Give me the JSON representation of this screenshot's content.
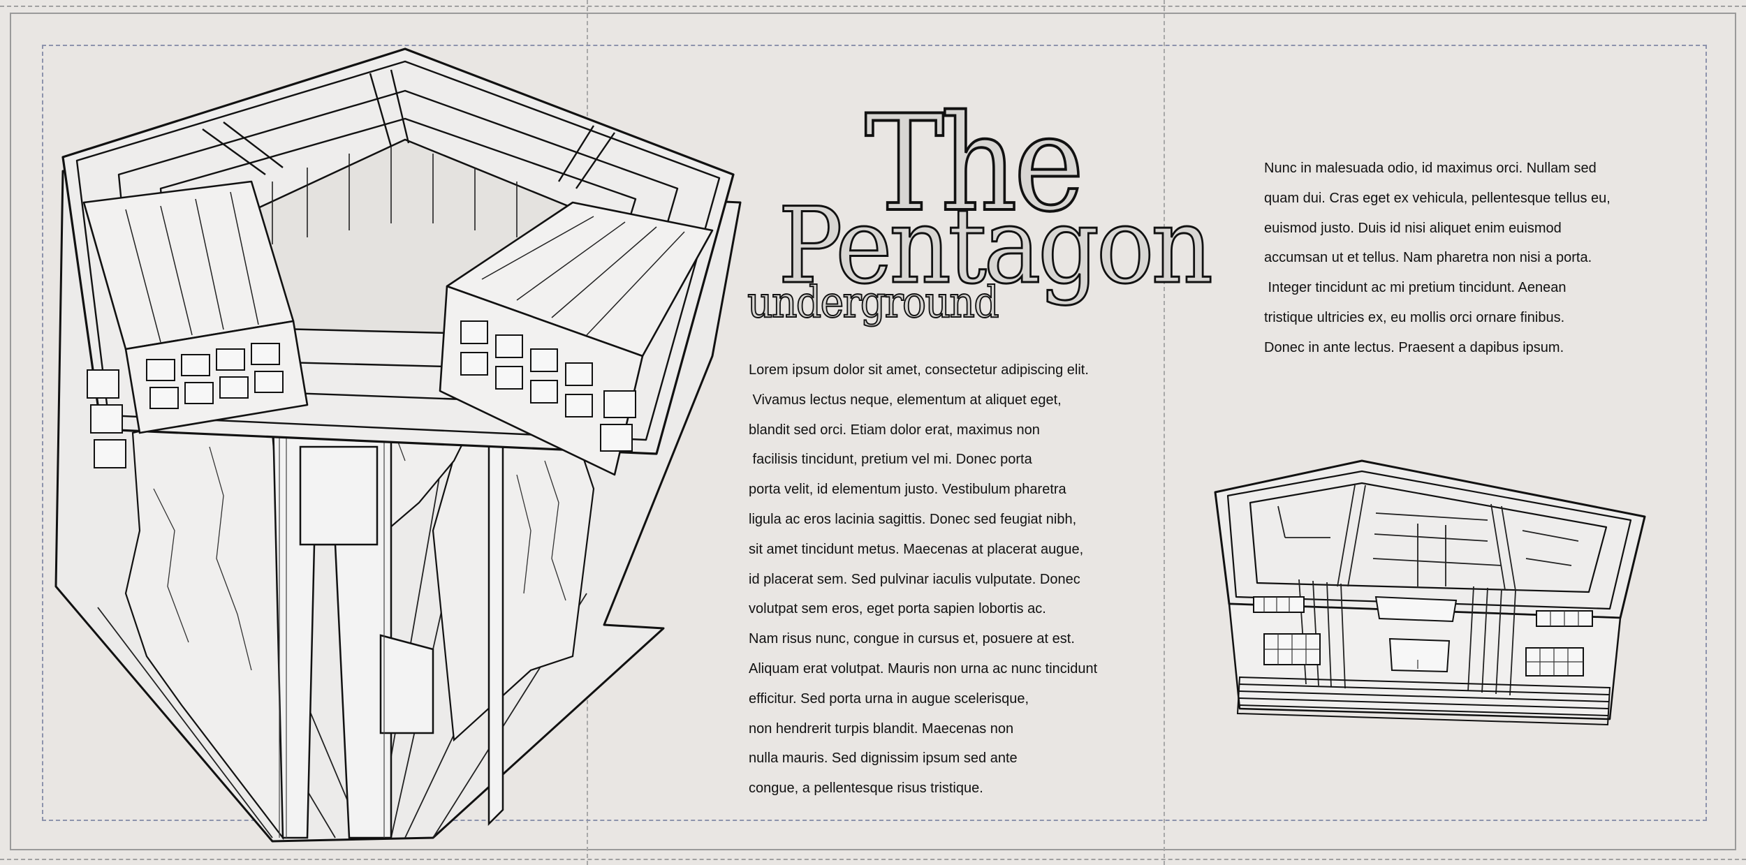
{
  "title": {
    "the": "The",
    "pentagon": "Pentagon",
    "subtitle": "underground"
  },
  "body_left": "Lorem ipsum dolor sit amet, consectetur adipiscing elit.\n Vivamus lectus neque, elementum at aliquet eget,\nblandit sed orci. Etiam dolor erat, maximus non\n facilisis tincidunt, pretium vel mi. Donec porta\nporta velit, id elementum justo. Vestibulum pharetra\nligula ac eros lacinia sagittis. Donec sed feugiat nibh,\nsit amet tincidunt metus. Maecenas at placerat augue,\nid placerat sem. Sed pulvinar iaculis vulputate. Donec\nvolutpat sem eros, eget porta sapien lobortis ac.\nNam risus nunc, congue in cursus et, posuere at est.\nAliquam erat volutpat. Mauris non urna ac nunc tincidunt\nefficitur. Sed porta urna in augue scelerisque,\nnon hendrerit turpis blandit. Maecenas non\nnulla mauris. Sed dignissim ipsum sed ante\ncongue, a pellentesque risus tristique.",
  "body_right": "Nunc in malesuada odio, id maximus orci. Nullam sed\nquam dui. Cras eget ex vehicula, pellentesque tellus eu,\neuismod justo. Duis id nisi aliquet enim euismod\naccumsan ut et tellus. Nam pharetra non nisi a porta.\n Integer tincidunt ac mi pretium tincidunt. Aenean\ntristique ultricies ex, eu mollis orci ornare finibus.\nDonec in ante lectus. Praesent a dapibus ipsum."
}
